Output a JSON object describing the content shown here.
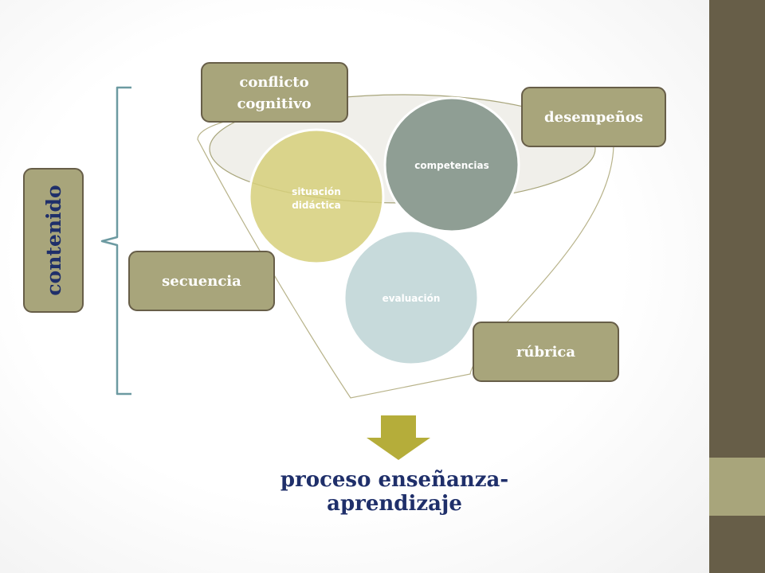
{
  "diagram": {
    "circles": {
      "situacion": [
        "situación",
        "didáctica"
      ],
      "competencias": "competencias",
      "evaluacion": "evaluación"
    },
    "boxes": {
      "conflicto": [
        "conflicto",
        "cognitivo"
      ],
      "desempenos": "desempeños",
      "secuencia": "secuencia",
      "rubrica": "rúbrica"
    },
    "vertical_label": "contenido",
    "result": [
      "proceso enseñanza-",
      "aprendizaje"
    ]
  },
  "colors": {
    "box_fill": "#a8a57b",
    "box_border": "#675e48",
    "circle_situacion": "#d6cf7a",
    "circle_competencias": "#8f9e94",
    "circle_evaluacion": "#c4d8d9",
    "arrow": "#b5ad3a",
    "bracket": "#6c9aa1",
    "result_text": "#1f2f6a",
    "funnel_line": "#b8b38a"
  }
}
